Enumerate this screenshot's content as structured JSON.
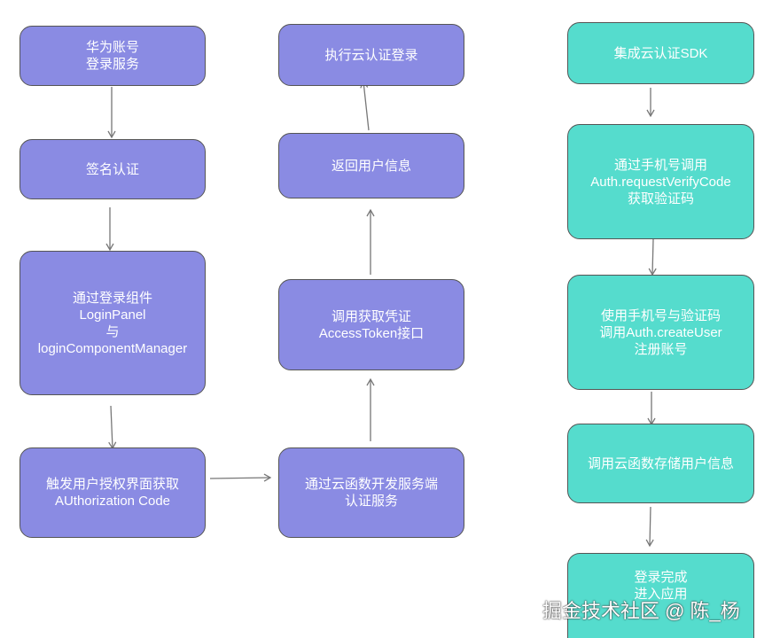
{
  "colors": {
    "purple": "#8a8be3",
    "teal": "#55dccd",
    "arrow": "#777777"
  },
  "flow_left": {
    "huawei_account": [
      "华为账号",
      "登录服务"
    ],
    "signature": [
      "签名认证"
    ],
    "login_component": [
      "通过登录组件",
      "LoginPanel",
      "与",
      "loginComponentManager"
    ],
    "auth_code": [
      "触发用户授权界面获取",
      "AUthorization Code"
    ]
  },
  "flow_middle": {
    "cloud_function_auth": [
      "通过云函数开发服务端",
      "认证服务"
    ],
    "access_token": [
      "调用获取凭证",
      "AccessToken接口"
    ],
    "return_user": [
      "返回用户信息"
    ],
    "cloud_login": [
      "执行云认证登录"
    ]
  },
  "flow_right": {
    "sdk": [
      "集成云认证SDK"
    ],
    "verify_code": [
      "通过手机号调用",
      "Auth.requestVerifyCode",
      "获取验证码"
    ],
    "create_user": [
      "使用手机号与验证码",
      "调用Auth.createUser",
      "注册账号"
    ],
    "store_user": [
      "调用云函数存储用户信息"
    ],
    "done": [
      "登录完成",
      "进入应用"
    ]
  },
  "watermark": "掘金技术社区 @ 陈_杨"
}
